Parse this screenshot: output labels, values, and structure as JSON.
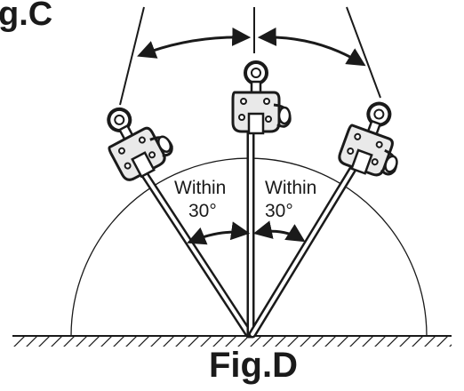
{
  "labels": {
    "header_partial": "g.C",
    "caption": "Fig.D",
    "left_angle_word": "Within",
    "left_angle_value": "30°",
    "right_angle_word": "Within",
    "right_angle_value": "30°"
  },
  "colors": {
    "ink": "#1a1a1a",
    "paper": "#ffffff",
    "clamp_body": "#e9e9e9"
  }
}
